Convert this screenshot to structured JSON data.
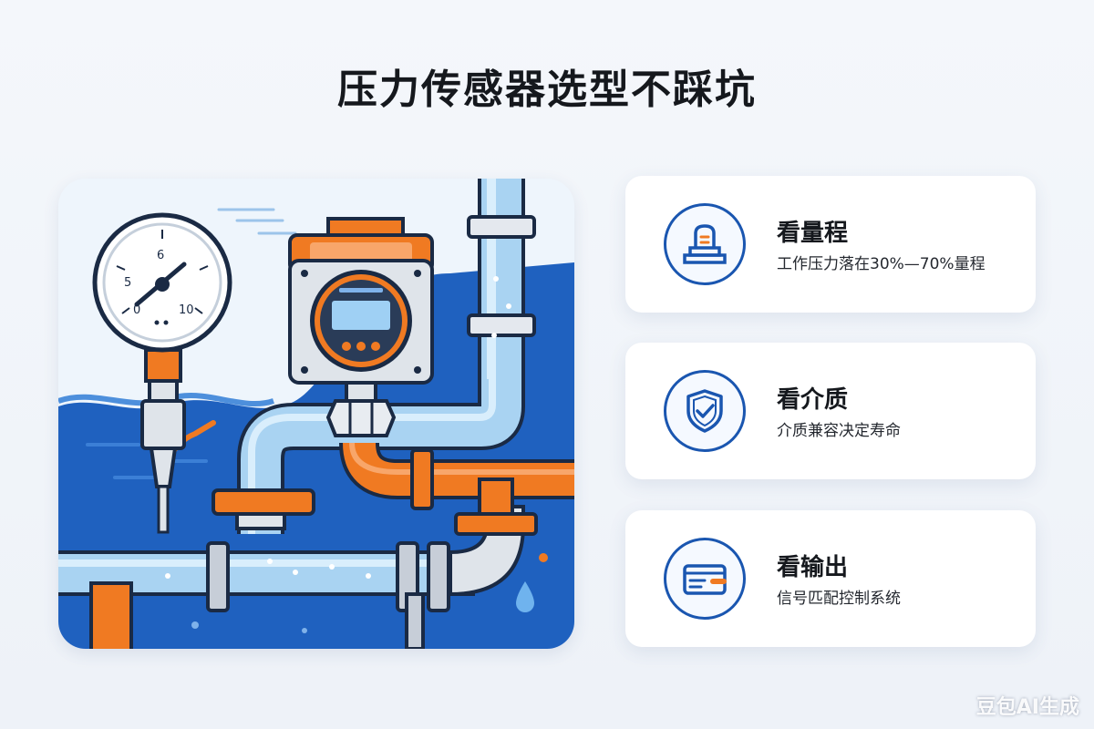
{
  "page": {
    "title": "压力传感器选型不踩坑"
  },
  "gauge": {
    "labels": [
      "6",
      "5",
      "10",
      "0"
    ]
  },
  "cards": [
    {
      "title": "看量程",
      "desc": "工作压力落在30%—70%量程",
      "icon": "pressure-sensor-icon"
    },
    {
      "title": "看介质",
      "desc": "介质兼容决定寿命",
      "icon": "shield-check-icon"
    },
    {
      "title": "看输出",
      "desc": "信号匹配控制系统",
      "icon": "signal-output-icon"
    }
  ],
  "watermark": "豆包AI生成",
  "colors": {
    "accent_blue": "#1a56b0",
    "accent_orange": "#f07a22",
    "pipe_light": "#a9d3f2"
  }
}
